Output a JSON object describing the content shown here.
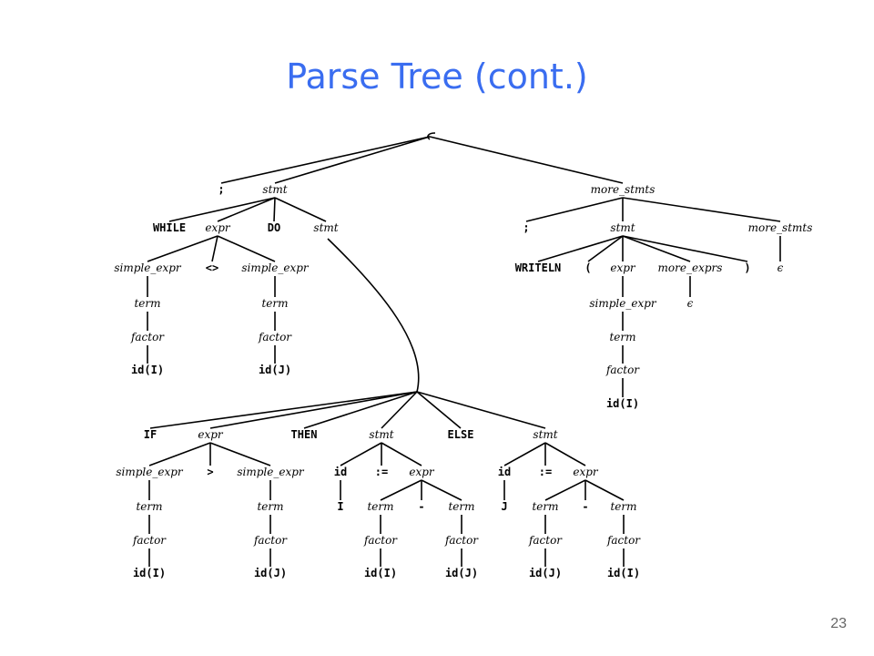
{
  "title": "Parse Tree (cont.)",
  "page_number": "23",
  "tree": {
    "root_label": "",
    "nodes": [
      {
        "id": "semi1",
        "label": ";",
        "kind": "t"
      },
      {
        "id": "stmt1",
        "label": "stmt",
        "kind": "nt"
      },
      {
        "id": "more1",
        "label": "more_stmts",
        "kind": "nt"
      },
      {
        "id": "while",
        "label": "WHILE",
        "kind": "t"
      },
      {
        "id": "expr1",
        "label": "expr",
        "kind": "nt"
      },
      {
        "id": "do",
        "label": "DO",
        "kind": "t"
      },
      {
        "id": "stmtW",
        "label": "stmt",
        "kind": "nt"
      },
      {
        "id": "se1",
        "label": "simple_expr",
        "kind": "nt"
      },
      {
        "id": "ne",
        "label": "<>",
        "kind": "t"
      },
      {
        "id": "se2",
        "label": "simple_expr",
        "kind": "nt"
      },
      {
        "id": "term1",
        "label": "term",
        "kind": "nt"
      },
      {
        "id": "term2",
        "label": "term",
        "kind": "nt"
      },
      {
        "id": "fac1",
        "label": "factor",
        "kind": "nt"
      },
      {
        "id": "fac2",
        "label": "factor",
        "kind": "nt"
      },
      {
        "id": "idI1",
        "label": "id(I)",
        "kind": "t"
      },
      {
        "id": "idJ1",
        "label": "id(J)",
        "kind": "t"
      },
      {
        "id": "semi2",
        "label": ";",
        "kind": "t"
      },
      {
        "id": "stmt2",
        "label": "stmt",
        "kind": "nt"
      },
      {
        "id": "more2",
        "label": "more_stmts",
        "kind": "nt"
      },
      {
        "id": "writeln",
        "label": "WRITELN",
        "kind": "t"
      },
      {
        "id": "lp",
        "label": "(",
        "kind": "t"
      },
      {
        "id": "expr2",
        "label": "expr",
        "kind": "nt"
      },
      {
        "id": "mexprs",
        "label": "more_exprs",
        "kind": "nt"
      },
      {
        "id": "rp",
        "label": ")",
        "kind": "t"
      },
      {
        "id": "eps1",
        "label": "ϵ",
        "kind": "nt"
      },
      {
        "id": "se3",
        "label": "simple_expr",
        "kind": "nt"
      },
      {
        "id": "eps2",
        "label": "ϵ",
        "kind": "nt"
      },
      {
        "id": "term3",
        "label": "term",
        "kind": "nt"
      },
      {
        "id": "fac3",
        "label": "factor",
        "kind": "nt"
      },
      {
        "id": "idI2",
        "label": "id(I)",
        "kind": "t"
      },
      {
        "id": "if",
        "label": "IF",
        "kind": "t"
      },
      {
        "id": "exprIf",
        "label": "expr",
        "kind": "nt"
      },
      {
        "id": "then",
        "label": "THEN",
        "kind": "t"
      },
      {
        "id": "stmtT",
        "label": "stmt",
        "kind": "nt"
      },
      {
        "id": "else",
        "label": "ELSE",
        "kind": "t"
      },
      {
        "id": "stmtE",
        "label": "stmt",
        "kind": "nt"
      },
      {
        "id": "se4",
        "label": "simple_expr",
        "kind": "nt"
      },
      {
        "id": "gt",
        "label": ">",
        "kind": "t"
      },
      {
        "id": "se5",
        "label": "simple_expr",
        "kind": "nt"
      },
      {
        "id": "term4",
        "label": "term",
        "kind": "nt"
      },
      {
        "id": "term5",
        "label": "term",
        "kind": "nt"
      },
      {
        "id": "fac4",
        "label": "factor",
        "kind": "nt"
      },
      {
        "id": "fac5",
        "label": "factor",
        "kind": "nt"
      },
      {
        "id": "idI3",
        "label": "id(I)",
        "kind": "t"
      },
      {
        "id": "idJ2",
        "label": "id(J)",
        "kind": "t"
      },
      {
        "id": "idT",
        "label": "id",
        "kind": "t"
      },
      {
        "id": "asgT",
        "label": ":=",
        "kind": "t"
      },
      {
        "id": "exprT",
        "label": "expr",
        "kind": "nt"
      },
      {
        "id": "I",
        "label": "I",
        "kind": "t"
      },
      {
        "id": "termT1",
        "label": "term",
        "kind": "nt"
      },
      {
        "id": "minusT",
        "label": "-",
        "kind": "t"
      },
      {
        "id": "termT2",
        "label": "term",
        "kind": "nt"
      },
      {
        "id": "facT1",
        "label": "factor",
        "kind": "nt"
      },
      {
        "id": "facT2",
        "label": "factor",
        "kind": "nt"
      },
      {
        "id": "idI4",
        "label": "id(I)",
        "kind": "t"
      },
      {
        "id": "idJ3",
        "label": "id(J)",
        "kind": "t"
      },
      {
        "id": "idE",
        "label": "id",
        "kind": "t"
      },
      {
        "id": "asgE",
        "label": ":=",
        "kind": "t"
      },
      {
        "id": "exprE",
        "label": "expr",
        "kind": "nt"
      },
      {
        "id": "J",
        "label": "J",
        "kind": "t"
      },
      {
        "id": "termE1",
        "label": "term",
        "kind": "nt"
      },
      {
        "id": "minusE",
        "label": "-",
        "kind": "t"
      },
      {
        "id": "termE2",
        "label": "term",
        "kind": "nt"
      },
      {
        "id": "facE1",
        "label": "factor",
        "kind": "nt"
      },
      {
        "id": "facE2",
        "label": "factor",
        "kind": "nt"
      },
      {
        "id": "idJ4",
        "label": "id(J)",
        "kind": "t"
      },
      {
        "id": "idI5",
        "label": "id(I)",
        "kind": "t"
      }
    ],
    "edges": [
      [
        "root",
        "semi1"
      ],
      [
        "root",
        "stmt1"
      ],
      [
        "root",
        "more1"
      ],
      [
        "stmt1",
        "while"
      ],
      [
        "stmt1",
        "expr1"
      ],
      [
        "stmt1",
        "do"
      ],
      [
        "stmt1",
        "stmtW"
      ],
      [
        "expr1",
        "se1"
      ],
      [
        "expr1",
        "ne"
      ],
      [
        "expr1",
        "se2"
      ],
      [
        "se1",
        "term1"
      ],
      [
        "term1",
        "fac1"
      ],
      [
        "fac1",
        "idI1"
      ],
      [
        "se2",
        "term2"
      ],
      [
        "term2",
        "fac2"
      ],
      [
        "fac2",
        "idJ1"
      ],
      [
        "more1",
        "semi2"
      ],
      [
        "more1",
        "stmt2"
      ],
      [
        "more1",
        "more2"
      ],
      [
        "stmt2",
        "writeln"
      ],
      [
        "stmt2",
        "lp"
      ],
      [
        "stmt2",
        "expr2"
      ],
      [
        "stmt2",
        "mexprs"
      ],
      [
        "stmt2",
        "rp"
      ],
      [
        "more2",
        "eps1"
      ],
      [
        "expr2",
        "se3"
      ],
      [
        "se3",
        "term3"
      ],
      [
        "term3",
        "fac3"
      ],
      [
        "fac3",
        "idI2"
      ],
      [
        "mexprs",
        "eps2"
      ],
      [
        "stmtW",
        "if"
      ],
      [
        "stmtW",
        "exprIf"
      ],
      [
        "stmtW",
        "then"
      ],
      [
        "stmtW",
        "stmtT"
      ],
      [
        "stmtW",
        "else"
      ],
      [
        "stmtW",
        "stmtE"
      ],
      [
        "exprIf",
        "se4"
      ],
      [
        "exprIf",
        "gt"
      ],
      [
        "exprIf",
        "se5"
      ],
      [
        "se4",
        "term4"
      ],
      [
        "term4",
        "fac4"
      ],
      [
        "fac4",
        "idI3"
      ],
      [
        "se5",
        "term5"
      ],
      [
        "term5",
        "fac5"
      ],
      [
        "fac5",
        "idJ2"
      ],
      [
        "stmtT",
        "idT"
      ],
      [
        "stmtT",
        "asgT"
      ],
      [
        "stmtT",
        "exprT"
      ],
      [
        "idT",
        "I"
      ],
      [
        "exprT",
        "termT1"
      ],
      [
        "exprT",
        "minusT"
      ],
      [
        "exprT",
        "termT2"
      ],
      [
        "termT1",
        "facT1"
      ],
      [
        "facT1",
        "idI4"
      ],
      [
        "termT2",
        "facT2"
      ],
      [
        "facT2",
        "idJ3"
      ],
      [
        "stmtE",
        "idE"
      ],
      [
        "stmtE",
        "asgE"
      ],
      [
        "stmtE",
        "exprE"
      ],
      [
        "idE",
        "J"
      ],
      [
        "exprE",
        "termE1"
      ],
      [
        "exprE",
        "minusE"
      ],
      [
        "exprE",
        "termE2"
      ],
      [
        "termE1",
        "facE1"
      ],
      [
        "facE1",
        "idJ4"
      ],
      [
        "termE2",
        "facE2"
      ],
      [
        "facE2",
        "idI5"
      ]
    ]
  }
}
